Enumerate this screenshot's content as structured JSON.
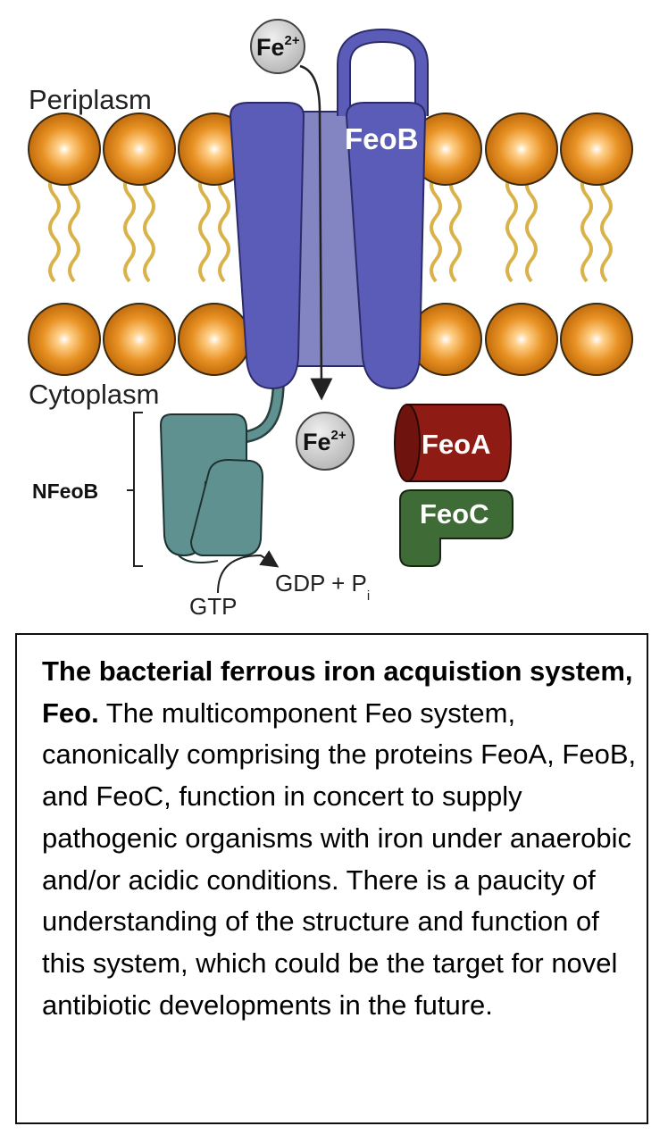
{
  "diagram": {
    "labels": {
      "periplasm": "Periplasm",
      "cytoplasm": "Cytoplasm",
      "nfeob": "NFeoB",
      "feob": "FeoB",
      "feoa": "FeoA",
      "feoc": "FeoC",
      "fe_top_base": "Fe",
      "fe_top_sup": "2+",
      "fe_bottom_base": "Fe",
      "fe_bottom_sup": "2+",
      "gtp": "GTP",
      "gdp_base": "GDP + P",
      "gdp_sub": "i"
    },
    "colors": {
      "lipid_head": "#e08a1e",
      "lipid_tail": "#d9b24a",
      "feob": "#5b5cb7",
      "feob_channel": "#8384c2",
      "nfeob": "#5f9190",
      "feoa": "#8e1c14",
      "feoc": "#3f6b36",
      "ion": "#c8c8c8"
    }
  },
  "caption": {
    "title": "The bacterial ferrous iron acquistion system, Feo.",
    "body": " The multicomponent Feo system, canonically comprising the proteins FeoA, FeoB, and FeoC, function in concert to supply pathogenic organisms with iron under anaerobic and/or acidic conditions. There is a paucity of understanding of the structure and function of this system, which could be the target for novel antibiotic developments in the future."
  }
}
